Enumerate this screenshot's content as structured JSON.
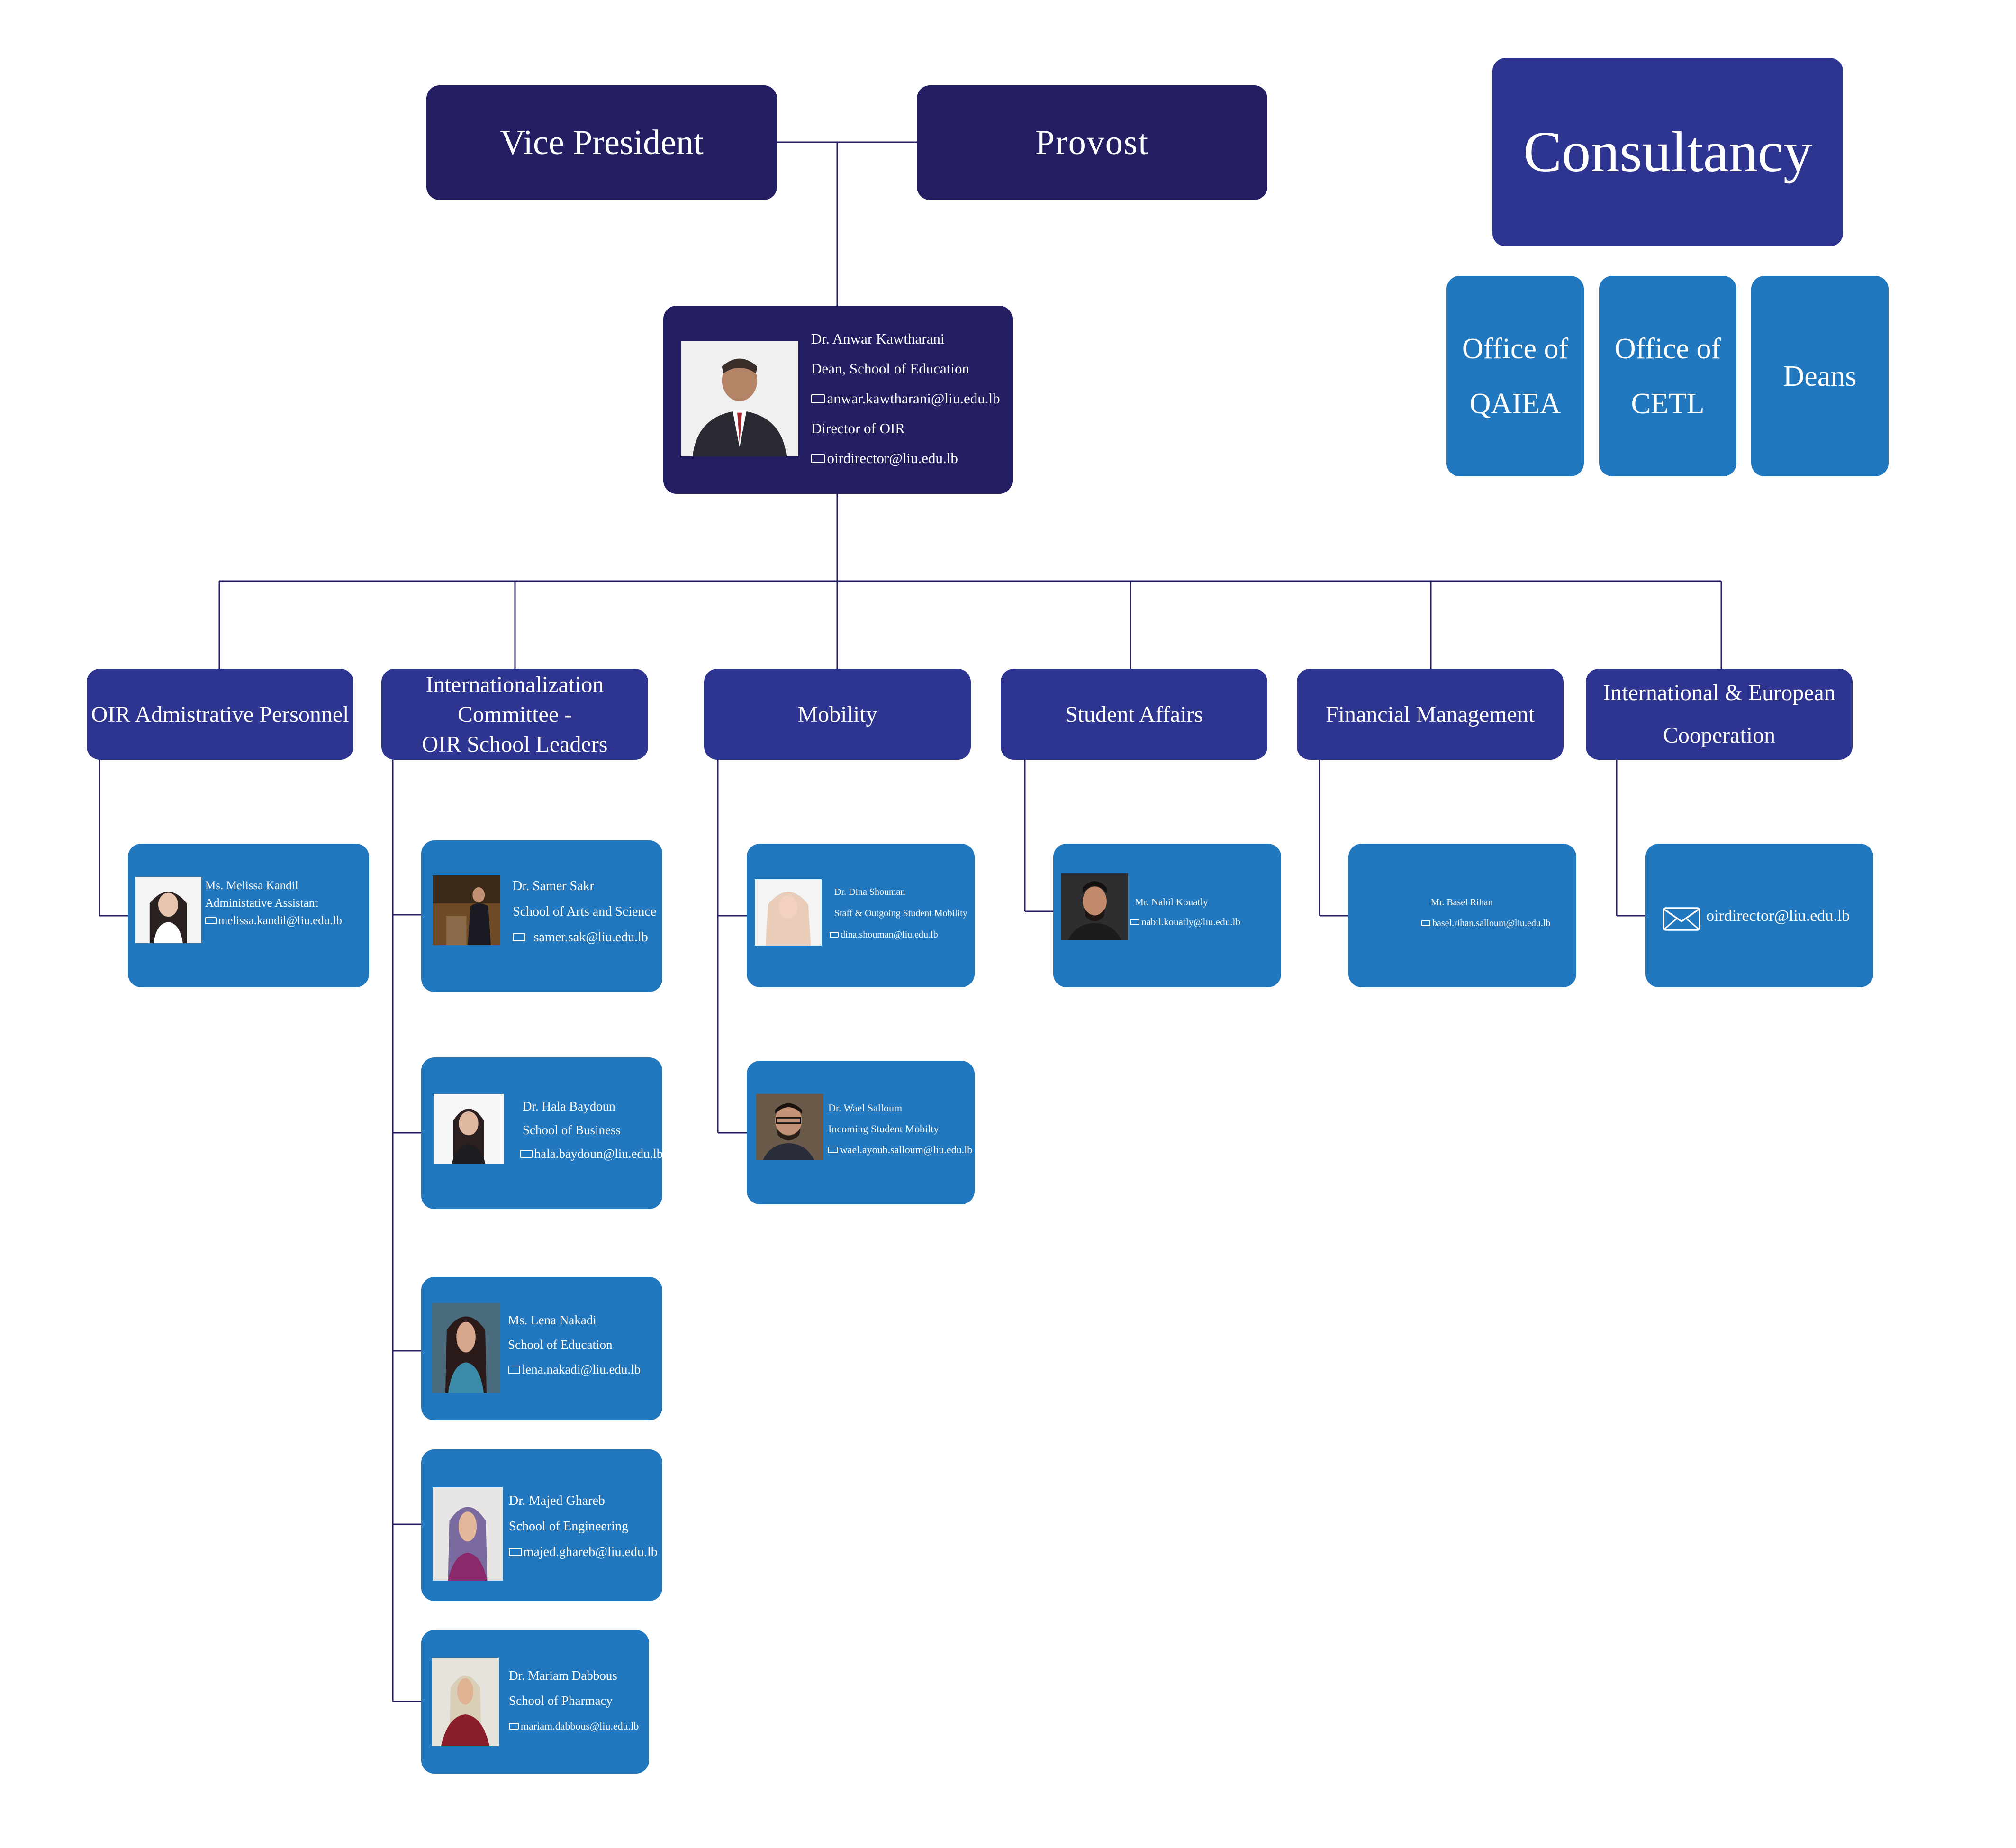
{
  "top": {
    "vice_president": "Vice President",
    "provost": "Provost",
    "consultancy": "Consultancy",
    "office_qaiea": [
      "Office of",
      "QAIEA"
    ],
    "office_cetl": [
      "Office of",
      "CETL"
    ],
    "deans": "Deans"
  },
  "director": {
    "name": "Dr. Anwar Kawtharani",
    "title": "Dean, School of Education",
    "email": "anwar.kawtharani@liu.edu.lb",
    "role": "Director of OIR",
    "role_email": "oirdirector@liu.edu.lb"
  },
  "departments": {
    "admin": "OIR Admistrative Personnel",
    "committee": [
      "Internationalization",
      "Committee -",
      "OIR School Leaders"
    ],
    "mobility": "Mobility",
    "student_affairs": "Student Affairs",
    "financial": "Financial Management",
    "international": [
      "International & European",
      "Cooperation"
    ]
  },
  "people": {
    "melissa": {
      "name": "Ms. Melissa Kandil",
      "title": "Administative Assistant",
      "email": "melissa.kandil@liu.edu.lb"
    },
    "samer": {
      "name": "Dr. Samer Sakr",
      "title": "School of Arts and Science",
      "email": "samer.sak@liu.edu.lb"
    },
    "hala": {
      "name": "Dr. Hala Baydoun",
      "title": "School of Business",
      "email": "hala.baydoun@liu.edu.lb"
    },
    "lena": {
      "name": "Ms. Lena Nakadi",
      "title": "School of Education",
      "email": "lena.nakadi@liu.edu.lb"
    },
    "majed": {
      "name": "Dr. Majed Ghareb",
      "title": "School of Engineering",
      "email": "majed.ghareb@liu.edu.lb"
    },
    "mariam": {
      "name": "Dr. Mariam Dabbous",
      "title": "School of Pharmacy",
      "email": "mariam.dabbous@liu.edu.lb"
    },
    "dina": {
      "name": "Dr. Dina Shouman",
      "title": "Staff & Outgoing Student Mobility",
      "email": "dina.shouman@liu.edu.lb"
    },
    "wael": {
      "name": "Dr. Wael Salloum",
      "title": "Incoming Student Mobilty",
      "email": "wael.ayoub.salloum@liu.edu.lb"
    },
    "nabil": {
      "name": "Mr. Nabil Kouatly",
      "email": "nabil.kouatly@liu.edu.lb"
    },
    "basel": {
      "name": "Mr. Basel Rihan",
      "email": "basel.rihan.salloum@liu.edu.lb"
    },
    "intl_email": "oirdirector@liu.edu.lb"
  },
  "colors": {
    "dark": "#241e63",
    "indigo": "#2e3590",
    "blue": "#2278be",
    "line": "#241e63"
  }
}
